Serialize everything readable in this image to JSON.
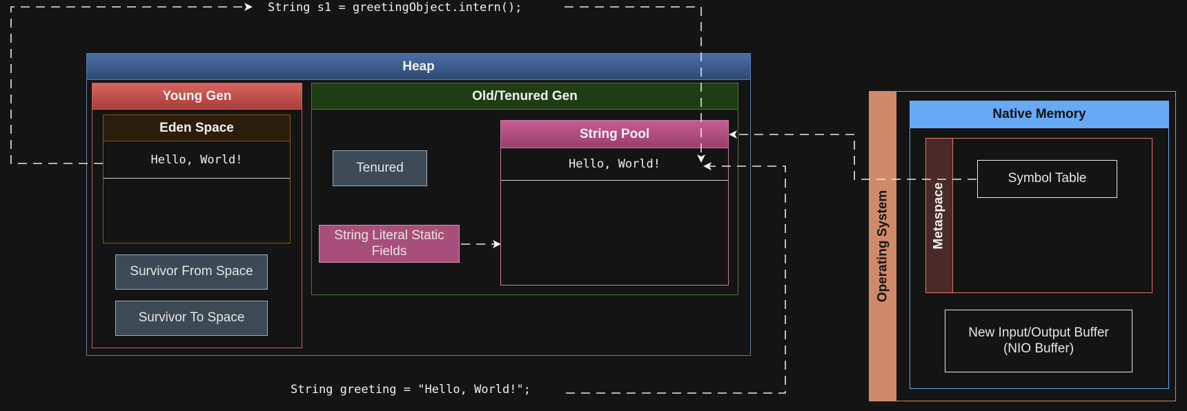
{
  "code_top": "String s1 = greetingObject.intern();",
  "code_bottom": "String greeting = \"Hello, World!\";",
  "heap": {
    "title": "Heap",
    "young_gen": {
      "title": "Young Gen",
      "eden": {
        "title": "Eden Space",
        "value": "Hello, World!"
      },
      "survivor_from": "Survivor From Space",
      "survivor_to": "Survivor To Space"
    },
    "old_gen": {
      "title": "Old/Tenured Gen",
      "tenured": "Tenured",
      "static_fields": "String Literal Static Fields",
      "string_pool": {
        "title": "String Pool",
        "value": "Hello, World!"
      }
    }
  },
  "os": {
    "title": "Operating System",
    "native_memory": {
      "title": "Native Memory",
      "metaspace": "Metaspace",
      "symbol_table": "Symbol Table",
      "nio_buffer": "New Input/Output Buffer (NIO Buffer)"
    }
  },
  "colors": {
    "background": "#141414",
    "heap_header": "#3f5f8f",
    "young_gen_header": "#c0504d",
    "eden_header": "#2b1d0a",
    "old_gen_header": "#1e3d12",
    "string_pool_header": "#b5507e",
    "os_sidebar": "#d08a6a",
    "native_memory_header": "#66a9f5",
    "metaspace_bar": "#4a2a28",
    "slate_box": "#3b4a54"
  }
}
